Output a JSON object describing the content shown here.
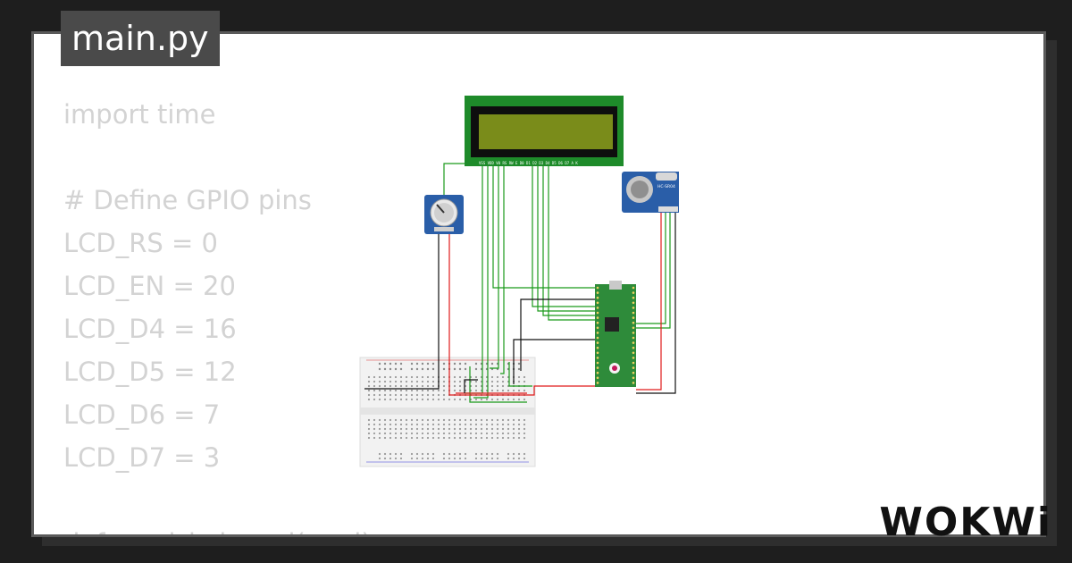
{
  "tab": {
    "filename": "main.py"
  },
  "code": {
    "lines": [
      "import time",
      "",
      "# Define GPIO pins",
      "LCD_RS = 0",
      "LCD_EN = 20",
      "LCD_D4 = 16",
      "LCD_D5 = 12",
      "LCD_D6 = 7",
      "LCD_D7 = 3",
      "",
      "def send_lcd_cmd(cmd):"
    ]
  },
  "diagram": {
    "lcd_pin_labels": "VSS VDD V0 RS RW E D0 D1 D2 D3 D4 D5 D6 D7 A K",
    "sensor_label": "HC-SR04",
    "colors": {
      "wire_green": "#1b9a1b",
      "wire_red": "#e01b1b",
      "wire_black": "#111111",
      "pico_green": "#2e8b3a",
      "lcd_frame": "#1e8b2a",
      "sensor_blue": "#2a5ea8"
    }
  },
  "brand": {
    "logo": "WOKWi"
  }
}
